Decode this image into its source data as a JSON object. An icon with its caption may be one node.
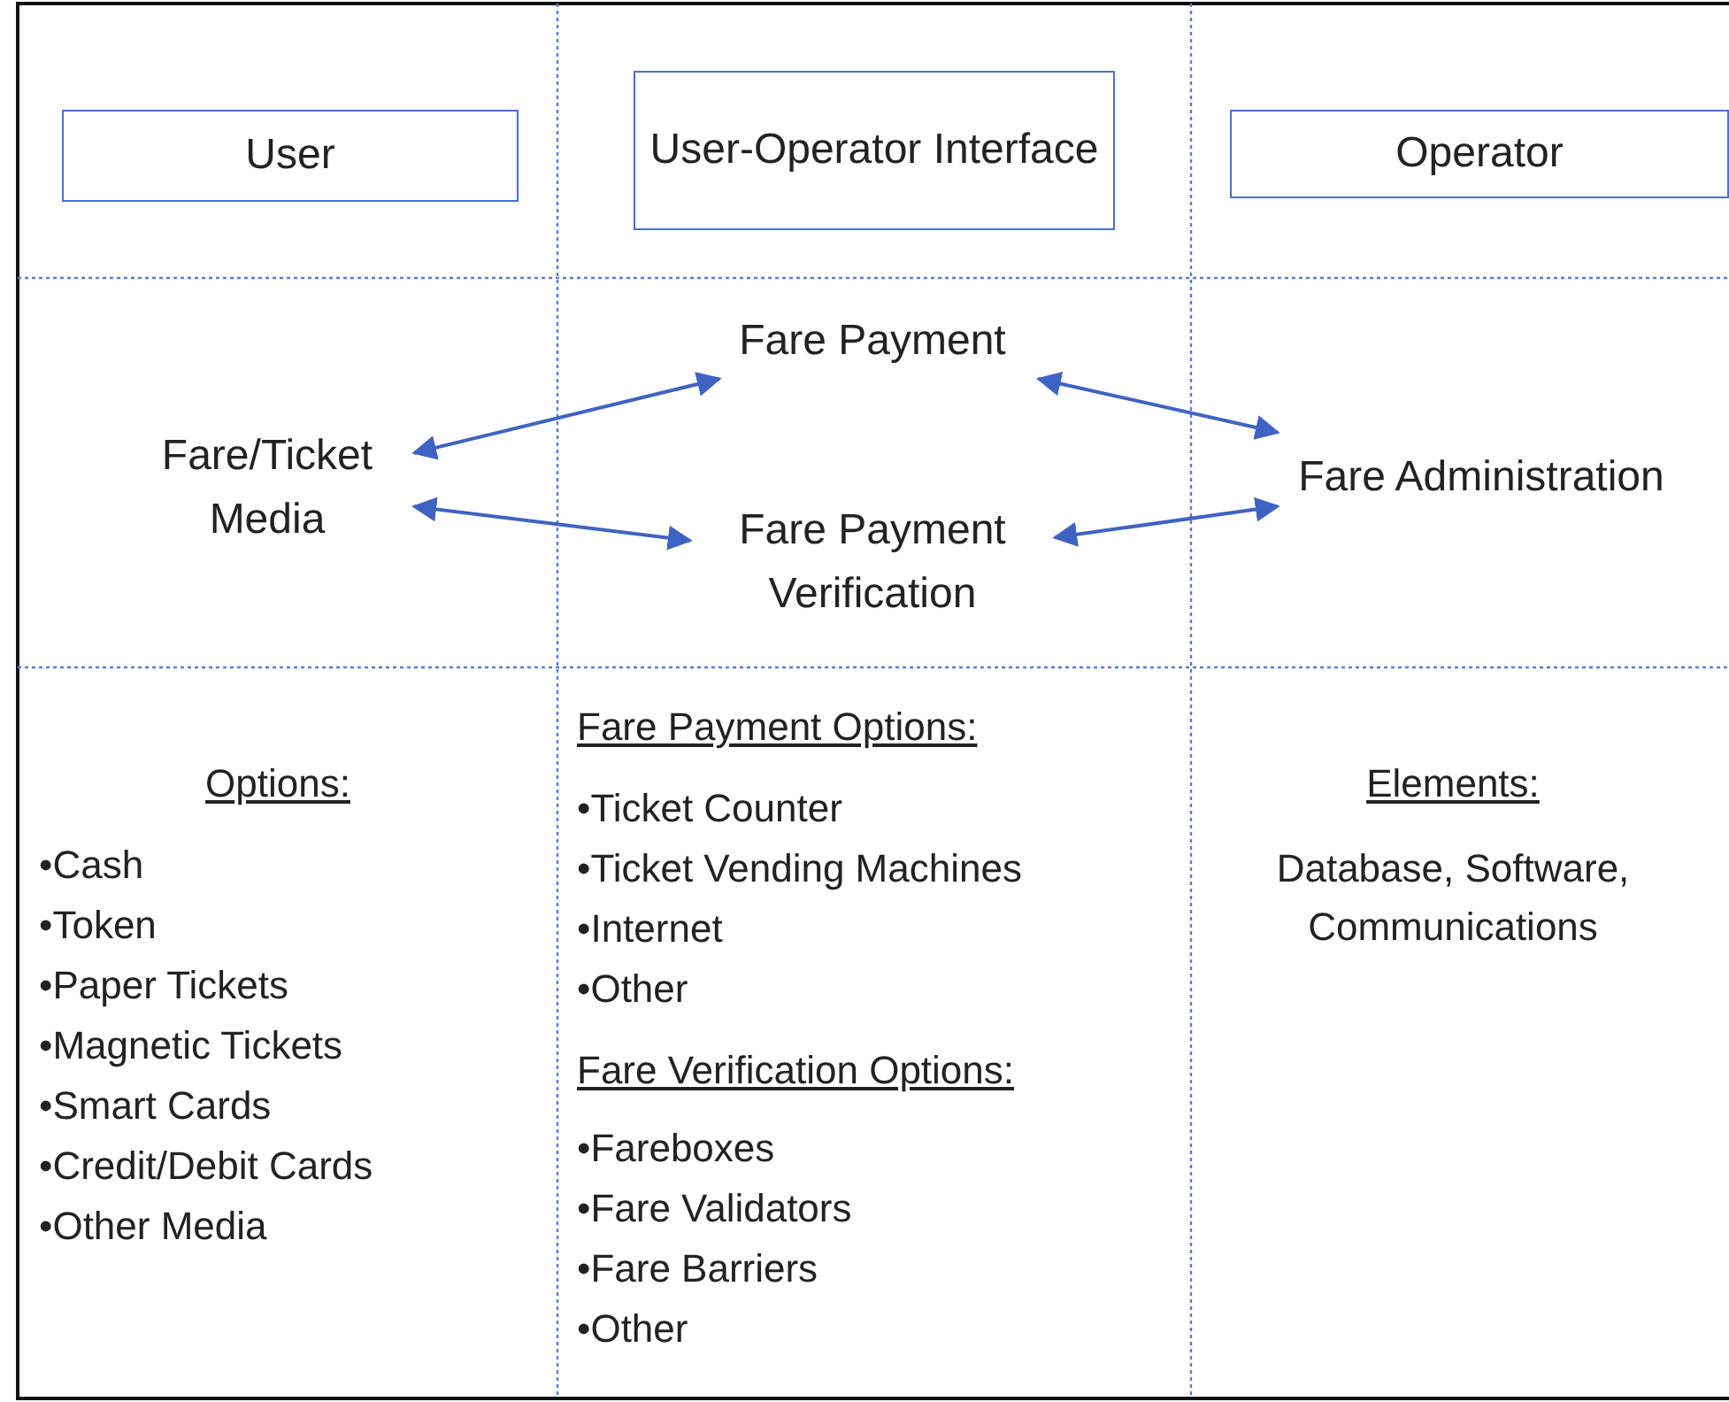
{
  "diagram": {
    "nodes": [
      {
        "text": [
          "User"
        ]
      },
      {
        "text": [
          "User-Operator Interface"
        ]
      },
      {
        "text": [
          "Operator"
        ]
      },
      {
        "text": [
          "Fare/Ticket Media"
        ]
      },
      {
        "text": [
          "Fare Payment"
        ]
      },
      {
        "text": [
          "Fare Payment Verification"
        ]
      },
      {
        "text": [
          "Fare Administration"
        ]
      }
    ],
    "edges": [
      {
        "from": 3,
        "to": 4,
        "arrow": "both"
      },
      {
        "from": 3,
        "to": 5,
        "arrow": "both"
      },
      {
        "from": 4,
        "to": 6,
        "arrow": "both"
      },
      {
        "from": 5,
        "to": 6,
        "arrow": "both"
      }
    ],
    "labels": [
      "Options:",
      "•Cash",
      "•Token",
      "•Paper Tickets",
      "•Magnetic Tickets",
      "•Smart Cards",
      "•Credit/Debit Cards",
      "•Other Media",
      "Fare Payment Options:",
      "•Ticket Counter",
      "•Ticket Vending Machines",
      "•Internet",
      "•Other",
      "Fare Verification Options:",
      "•Fareboxes",
      "•Fare Validators",
      "•Fare Barriers",
      "•Other",
      "Elements:",
      "Database, Software, Communications"
    ]
  }
}
